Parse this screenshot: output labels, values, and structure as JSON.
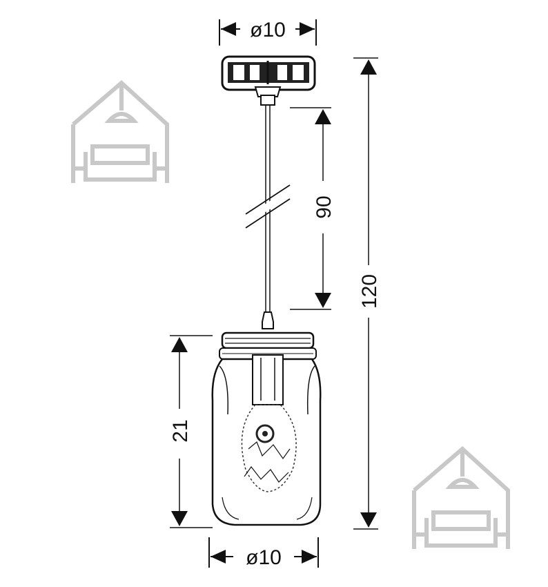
{
  "dimensions": {
    "top_diameter": "ø10",
    "cable_length": "90",
    "total_height": "120",
    "shade_height": "21",
    "bottom_diameter": "ø10"
  },
  "colors": {
    "line": "#111111",
    "watermark": "#c8c8c8",
    "background": "#ffffff"
  },
  "icons": {
    "watermark": "house-sofa-logo-icon",
    "arrow": "triangle-arrow-icon"
  }
}
